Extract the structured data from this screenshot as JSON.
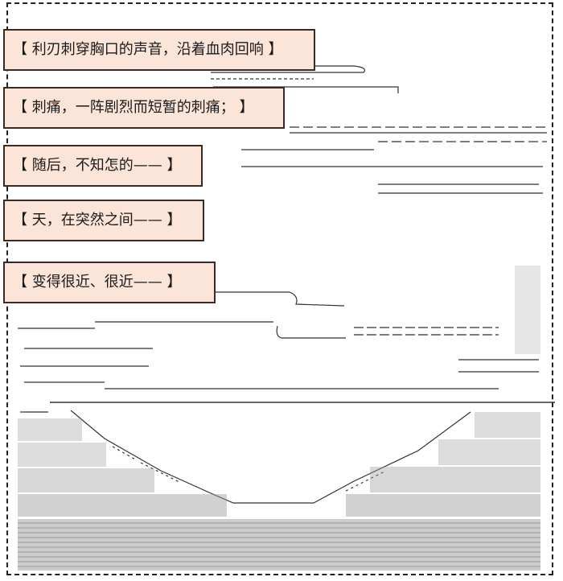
{
  "captions": [
    "【 利刃刺穿胸口的声音，沿着血肉回响 】",
    "【 刺痛，一阵剧烈而短暂的刺痛； 】",
    "【 随后，不知怎的—— 】",
    "【 天，在突然之间—— 】",
    "【 变得很近、很近—— 】"
  ],
  "colors": {
    "caption_bg": "#fbe4d8",
    "caption_border": "#3a2a26",
    "ink": "#222222"
  }
}
